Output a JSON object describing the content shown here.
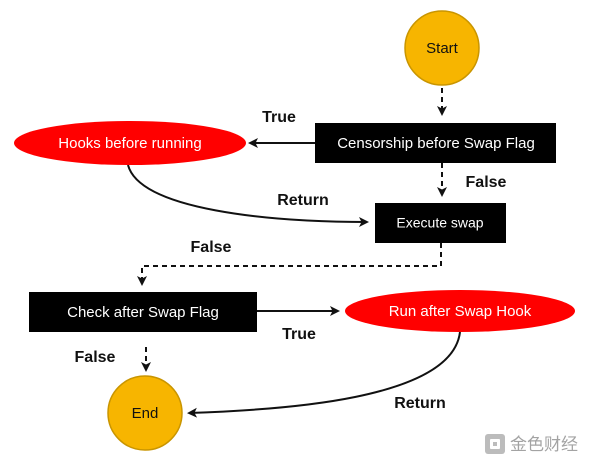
{
  "colors": {
    "terminal_fill": "#f7b500",
    "terminal_stroke": "#c99500",
    "process_fill": "#000000",
    "hook_fill": "#ff0000",
    "node_text_light": "#ffffff",
    "node_text_dark": "#111111",
    "edge": "#111111",
    "watermark": "#9a9a9a"
  },
  "nodes": {
    "start": {
      "label": "Start"
    },
    "end": {
      "label": "End"
    },
    "censorship": {
      "label": "Censorship before Swap Flag"
    },
    "hooks_before": {
      "label": "Hooks before running"
    },
    "execute": {
      "label": "Execute swap"
    },
    "check_after": {
      "label": "Check after Swap Flag"
    },
    "run_after": {
      "label": "Run after Swap Hook"
    }
  },
  "edges": {
    "censorship_true": "True",
    "censorship_false": "False",
    "hooks_return": "Return",
    "execute_false": "False",
    "check_true": "True",
    "check_false": "False",
    "run_after_return": "Return"
  },
  "watermark": {
    "text": "金色财经",
    "icon": "jinse-logo-icon"
  }
}
